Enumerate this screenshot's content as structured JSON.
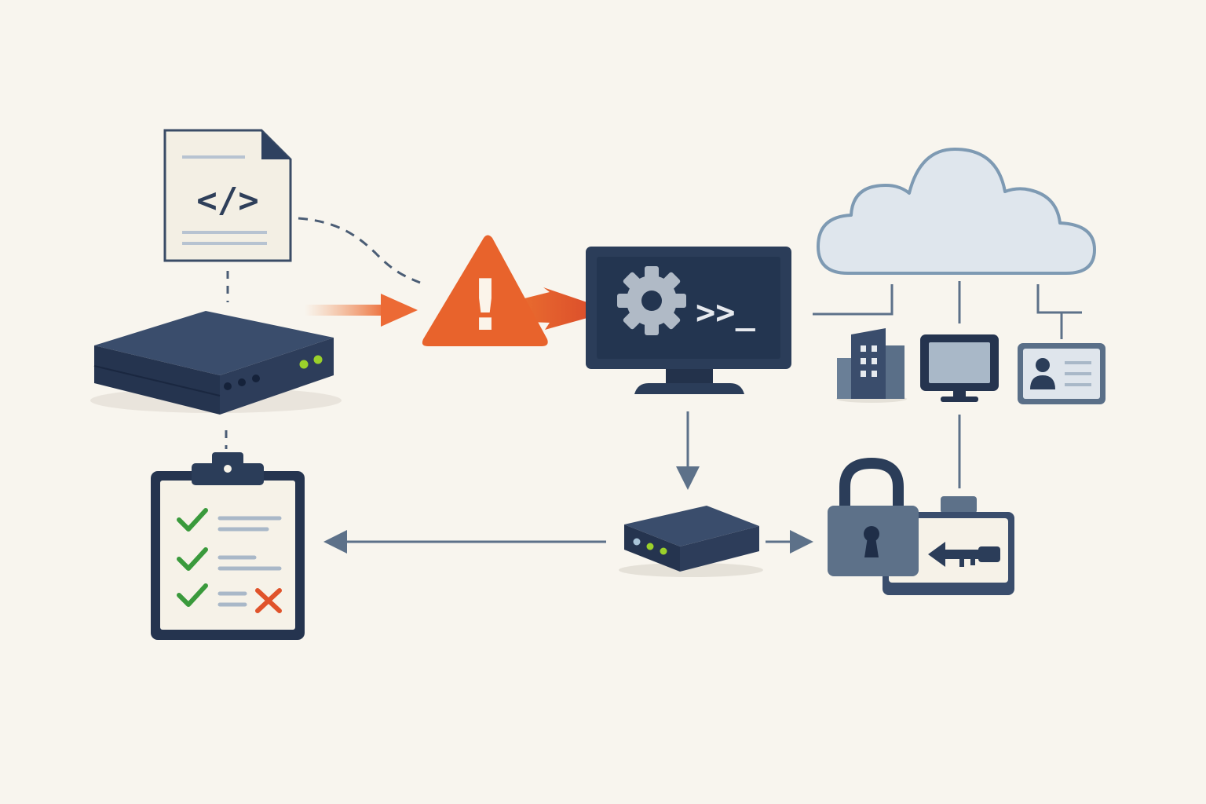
{
  "diagram": {
    "code_glyph": "</>",
    "prompt_glyph": ">>_",
    "alert_glyph": "!"
  },
  "nodes": [
    {
      "id": "code-document",
      "icon": "code-file-icon"
    },
    {
      "id": "server",
      "icon": "server-box-icon"
    },
    {
      "id": "warning",
      "icon": "warning-triangle-icon"
    },
    {
      "id": "monitor",
      "icon": "terminal-monitor-icon"
    },
    {
      "id": "cloud",
      "icon": "cloud-icon"
    },
    {
      "id": "building",
      "icon": "building-icon"
    },
    {
      "id": "desktop",
      "icon": "desktop-icon"
    },
    {
      "id": "id-card",
      "icon": "id-card-icon"
    },
    {
      "id": "checklist",
      "icon": "clipboard-checklist-icon"
    },
    {
      "id": "router",
      "icon": "router-icon"
    },
    {
      "id": "lock-key",
      "icon": "padlock-key-icon"
    }
  ],
  "colors": {
    "background": "#f8f5ee",
    "navy": "#2b3d59",
    "slate": "#5d7189",
    "alert": "#e8632c",
    "cloud": "#dfe6ed",
    "check": "#3a9a3c",
    "cross": "#e0532b",
    "led": "#9bd12b"
  }
}
